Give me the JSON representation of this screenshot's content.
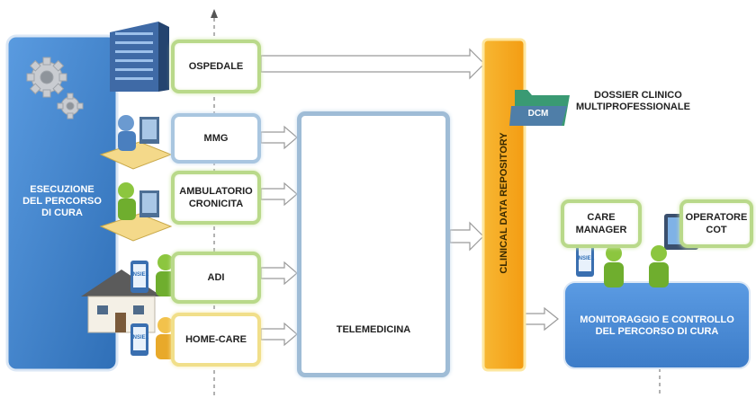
{
  "left_panel": {
    "label_line1": "ESECUZIONE",
    "label_line2": "DEL PERCORSO",
    "label_line3": "DI CURA"
  },
  "sources": [
    {
      "id": "ospedale",
      "label": "OSPEDALE"
    },
    {
      "id": "mmg",
      "label": "MMG"
    },
    {
      "id": "ambulatorio",
      "label_line1": "AMBULATORIO",
      "label_line2": "CRONICITA"
    },
    {
      "id": "adi",
      "label": "ADI"
    },
    {
      "id": "home_care",
      "label": "HOME-CARE"
    }
  ],
  "telemedicina": {
    "label": "TELEMEDICINA"
  },
  "repository": {
    "label": "CLINICAL DATA REPOSITORY"
  },
  "dossier": {
    "folder_label": "DCM",
    "label_line1": "DOSSIER CLINICO",
    "label_line2": "MULTIPROFESSIONALE"
  },
  "care_manager": {
    "label_line1": "CARE",
    "label_line2": "MANAGER"
  },
  "operatore": {
    "label_line1": "OPERATORE",
    "label_line2": "COT"
  },
  "monitoraggio": {
    "label_line1": "MONITORAGGIO E CONTROLLO",
    "label_line2": "DEL PERCORSO DI CURA"
  },
  "phone_text": "INSIEL",
  "colors": {
    "left_panel": "#3d7fc6",
    "repository": "#f5a623",
    "monitor_box": "#4a8ad4",
    "green_border": "#b9d98a",
    "blue_border": "#a9c6e0",
    "yellow_border": "#f1df8a",
    "folder": "#2f8f6a"
  }
}
